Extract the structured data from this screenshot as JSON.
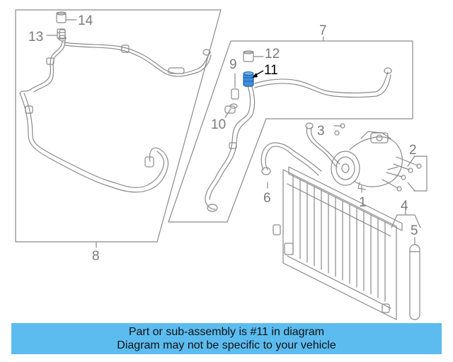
{
  "diagram": {
    "callouts": [
      "1",
      "2",
      "3",
      "4",
      "5",
      "6",
      "7",
      "8",
      "9",
      "10",
      "11",
      "12",
      "13",
      "14"
    ],
    "highlighted_callout": "11",
    "colors": {
      "line": "#8a8a8a",
      "highlight": "#3f8fe0",
      "highlight_dark": "#1f5f9f",
      "banner": "#5cbcf0"
    }
  },
  "banner": {
    "line1": "Part or sub-assembly is #11 in diagram",
    "line2": "Diagram may not be specific to your vehicle"
  }
}
